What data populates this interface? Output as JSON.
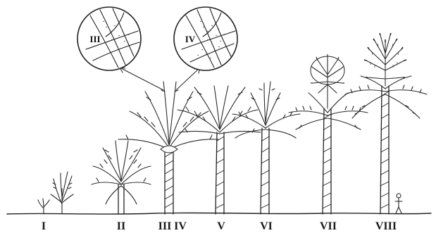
{
  "stages": [
    "I",
    "II",
    "III",
    "IV",
    "V",
    "VI",
    "VII",
    "VIII"
  ],
  "insets": [
    "III",
    "IV"
  ],
  "colors": {
    "ink": "#222222",
    "paper": "#ffffff",
    "stipple": "#555555"
  }
}
